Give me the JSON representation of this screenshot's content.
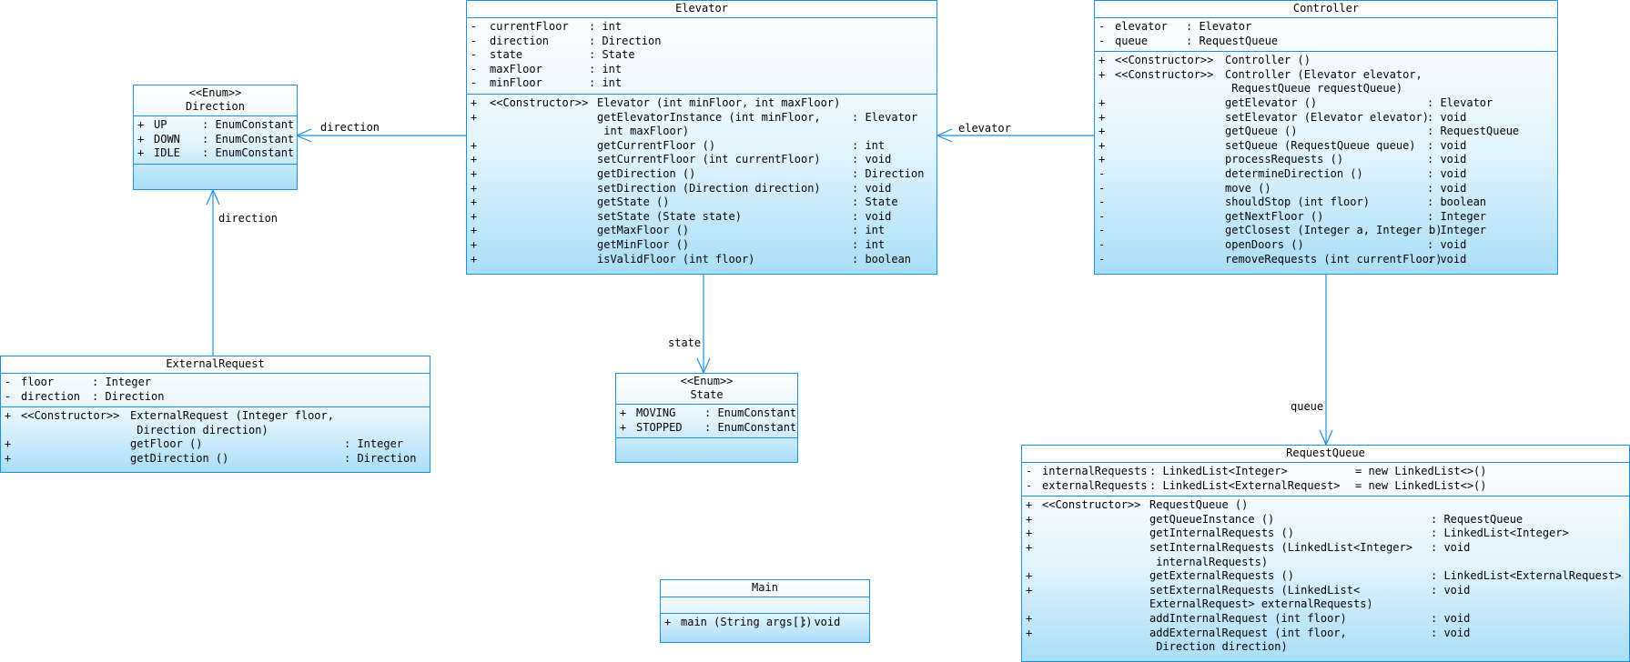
{
  "classes": {
    "elevator": {
      "name": "Elevator",
      "attributes": [
        {
          "vis": "-",
          "name": "currentFloor",
          "type": ": int"
        },
        {
          "vis": "-",
          "name": "direction",
          "type": ": Direction"
        },
        {
          "vis": "-",
          "name": "state",
          "type": ": State"
        },
        {
          "vis": "-",
          "name": "maxFloor",
          "type": ": int"
        },
        {
          "vis": "-",
          "name": "minFloor",
          "type": ": int"
        }
      ],
      "operations": [
        {
          "vis": "+",
          "stereo": "<<Constructor>>",
          "sig": "Elevator (int minFloor, int maxFloor)",
          "ret": ""
        },
        {
          "vis": "+",
          "stereo": "",
          "sig": "getElevatorInstance (int minFloor,\n int maxFloor)",
          "ret": ": Elevator"
        },
        {
          "vis": "+",
          "stereo": "",
          "sig": "getCurrentFloor ()",
          "ret": ": int"
        },
        {
          "vis": "+",
          "stereo": "",
          "sig": "setCurrentFloor (int currentFloor)",
          "ret": ": void"
        },
        {
          "vis": "+",
          "stereo": "",
          "sig": "getDirection ()",
          "ret": ": Direction"
        },
        {
          "vis": "+",
          "stereo": "",
          "sig": "setDirection (Direction direction)",
          "ret": ": void"
        },
        {
          "vis": "+",
          "stereo": "",
          "sig": "getState ()",
          "ret": ": State"
        },
        {
          "vis": "+",
          "stereo": "",
          "sig": "setState (State state)",
          "ret": ": void"
        },
        {
          "vis": "+",
          "stereo": "",
          "sig": "getMaxFloor ()",
          "ret": ": int"
        },
        {
          "vis": "+",
          "stereo": "",
          "sig": "getMinFloor ()",
          "ret": ": int"
        },
        {
          "vis": "+",
          "stereo": "",
          "sig": "isValidFloor (int floor)",
          "ret": ": boolean"
        }
      ]
    },
    "controller": {
      "name": "Controller",
      "attributes": [
        {
          "vis": "-",
          "name": "elevator",
          "type": ": Elevator"
        },
        {
          "vis": "-",
          "name": "queue",
          "type": ": RequestQueue"
        }
      ],
      "operations": [
        {
          "vis": "+",
          "stereo": "<<Constructor>>",
          "sig": "Controller ()",
          "ret": ""
        },
        {
          "vis": "+",
          "stereo": "<<Constructor>>",
          "sig": "Controller (Elevator elevator,\n RequestQueue requestQueue)",
          "ret": ""
        },
        {
          "vis": "+",
          "stereo": "",
          "sig": "getElevator ()",
          "ret": ": Elevator"
        },
        {
          "vis": "+",
          "stereo": "",
          "sig": "setElevator (Elevator elevator)",
          "ret": ": void"
        },
        {
          "vis": "+",
          "stereo": "",
          "sig": "getQueue ()",
          "ret": ": RequestQueue"
        },
        {
          "vis": "+",
          "stereo": "",
          "sig": "setQueue (RequestQueue queue)",
          "ret": ": void"
        },
        {
          "vis": "+",
          "stereo": "",
          "sig": "processRequests ()",
          "ret": ": void"
        },
        {
          "vis": "-",
          "stereo": "",
          "sig": "determineDirection ()",
          "ret": ": void"
        },
        {
          "vis": "-",
          "stereo": "",
          "sig": "move ()",
          "ret": ": void"
        },
        {
          "vis": "-",
          "stereo": "",
          "sig": "shouldStop (int floor)",
          "ret": ": boolean"
        },
        {
          "vis": "-",
          "stereo": "",
          "sig": "getNextFloor ()",
          "ret": ": Integer"
        },
        {
          "vis": "-",
          "stereo": "",
          "sig": "getClosest (Integer a, Integer b)",
          "ret": ": Integer"
        },
        {
          "vis": "-",
          "stereo": "",
          "sig": "openDoors ()",
          "ret": ": void"
        },
        {
          "vis": "-",
          "stereo": "",
          "sig": "removeRequests (int currentFloor)",
          "ret": ": void"
        }
      ]
    },
    "direction": {
      "stereotype": "<<Enum>>",
      "name": "Direction",
      "literals": [
        {
          "vis": "+",
          "name": "UP",
          "type": ": EnumConstant"
        },
        {
          "vis": "+",
          "name": "DOWN",
          "type": ": EnumConstant"
        },
        {
          "vis": "+",
          "name": "IDLE",
          "type": ": EnumConstant"
        }
      ]
    },
    "state": {
      "stereotype": "<<Enum>>",
      "name": "State",
      "literals": [
        {
          "vis": "+",
          "name": "MOVING",
          "type": ": EnumConstant"
        },
        {
          "vis": "+",
          "name": "STOPPED",
          "type": ": EnumConstant"
        }
      ]
    },
    "external_request": {
      "name": "ExternalRequest",
      "attributes": [
        {
          "vis": "-",
          "name": "floor",
          "type": ": Integer"
        },
        {
          "vis": "-",
          "name": "direction",
          "type": ": Direction"
        }
      ],
      "operations": [
        {
          "vis": "+",
          "stereo": "<<Constructor>>",
          "sig": "ExternalRequest (Integer floor,\n Direction direction)",
          "ret": ""
        },
        {
          "vis": "+",
          "stereo": "",
          "sig": "getFloor ()",
          "ret": ": Integer"
        },
        {
          "vis": "+",
          "stereo": "",
          "sig": "getDirection ()",
          "ret": ": Direction"
        }
      ]
    },
    "request_queue": {
      "name": "RequestQueue",
      "attributes": [
        {
          "vis": "-",
          "name": "internalRequests",
          "type": ": LinkedList<Integer>",
          "init": "= new LinkedList<>()"
        },
        {
          "vis": "-",
          "name": "externalRequests",
          "type": ": LinkedList<ExternalRequest>",
          "init": "= new LinkedList<>()"
        }
      ],
      "operations": [
        {
          "vis": "+",
          "stereo": "<<Constructor>>",
          "sig": "RequestQueue ()",
          "ret": ""
        },
        {
          "vis": "+",
          "stereo": "",
          "sig": "getQueueInstance ()",
          "ret": ": RequestQueue"
        },
        {
          "vis": "+",
          "stereo": "",
          "sig": "getInternalRequests ()",
          "ret": ": LinkedList<Integer>"
        },
        {
          "vis": "+",
          "stereo": "",
          "sig": "setInternalRequests (LinkedList<Integer>\n internalRequests)",
          "ret": ": void"
        },
        {
          "vis": "+",
          "stereo": "",
          "sig": "getExternalRequests ()",
          "ret": ": LinkedList<ExternalRequest>"
        },
        {
          "vis": "+",
          "stereo": "",
          "sig": "setExternalRequests (LinkedList<\nExternalRequest> externalRequests)",
          "ret": ": void"
        },
        {
          "vis": "+",
          "stereo": "",
          "sig": "addInternalRequest (int floor)",
          "ret": ": void"
        },
        {
          "vis": "+",
          "stereo": "",
          "sig": "addExternalRequest (int floor,\n Direction direction)",
          "ret": ": void"
        }
      ]
    },
    "main": {
      "name": "Main",
      "attributes": [],
      "operations": [
        {
          "vis": "+",
          "stereo": "",
          "sig": "main (String args[])",
          "ret": ": void"
        }
      ]
    }
  },
  "associations": {
    "elevator_direction": "direction",
    "external_direction": "direction",
    "controller_elevator": "elevator",
    "elevator_state": "state",
    "controller_queue": "queue"
  },
  "colors": {
    "line": "#1e8fde",
    "fill_top": "#ffffff",
    "fill_bottom": "#a9def7"
  }
}
